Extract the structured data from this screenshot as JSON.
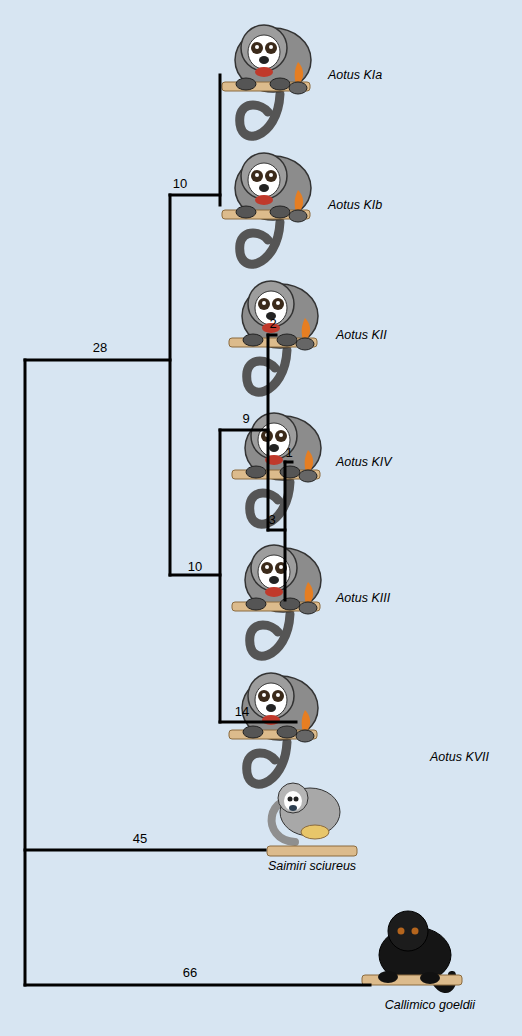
{
  "diagram": {
    "labels": [
      "10",
      "Aotus KIa",
      "Aotus KIb",
      "28",
      "2",
      "Aotus KII",
      "9",
      "1",
      "Aotus KIV",
      "3",
      "Aotus KIII",
      "10",
      "14",
      "Aotus KVII",
      "45",
      "Saimiri sciureus",
      "66",
      "Callimico goeldii"
    ]
  }
}
